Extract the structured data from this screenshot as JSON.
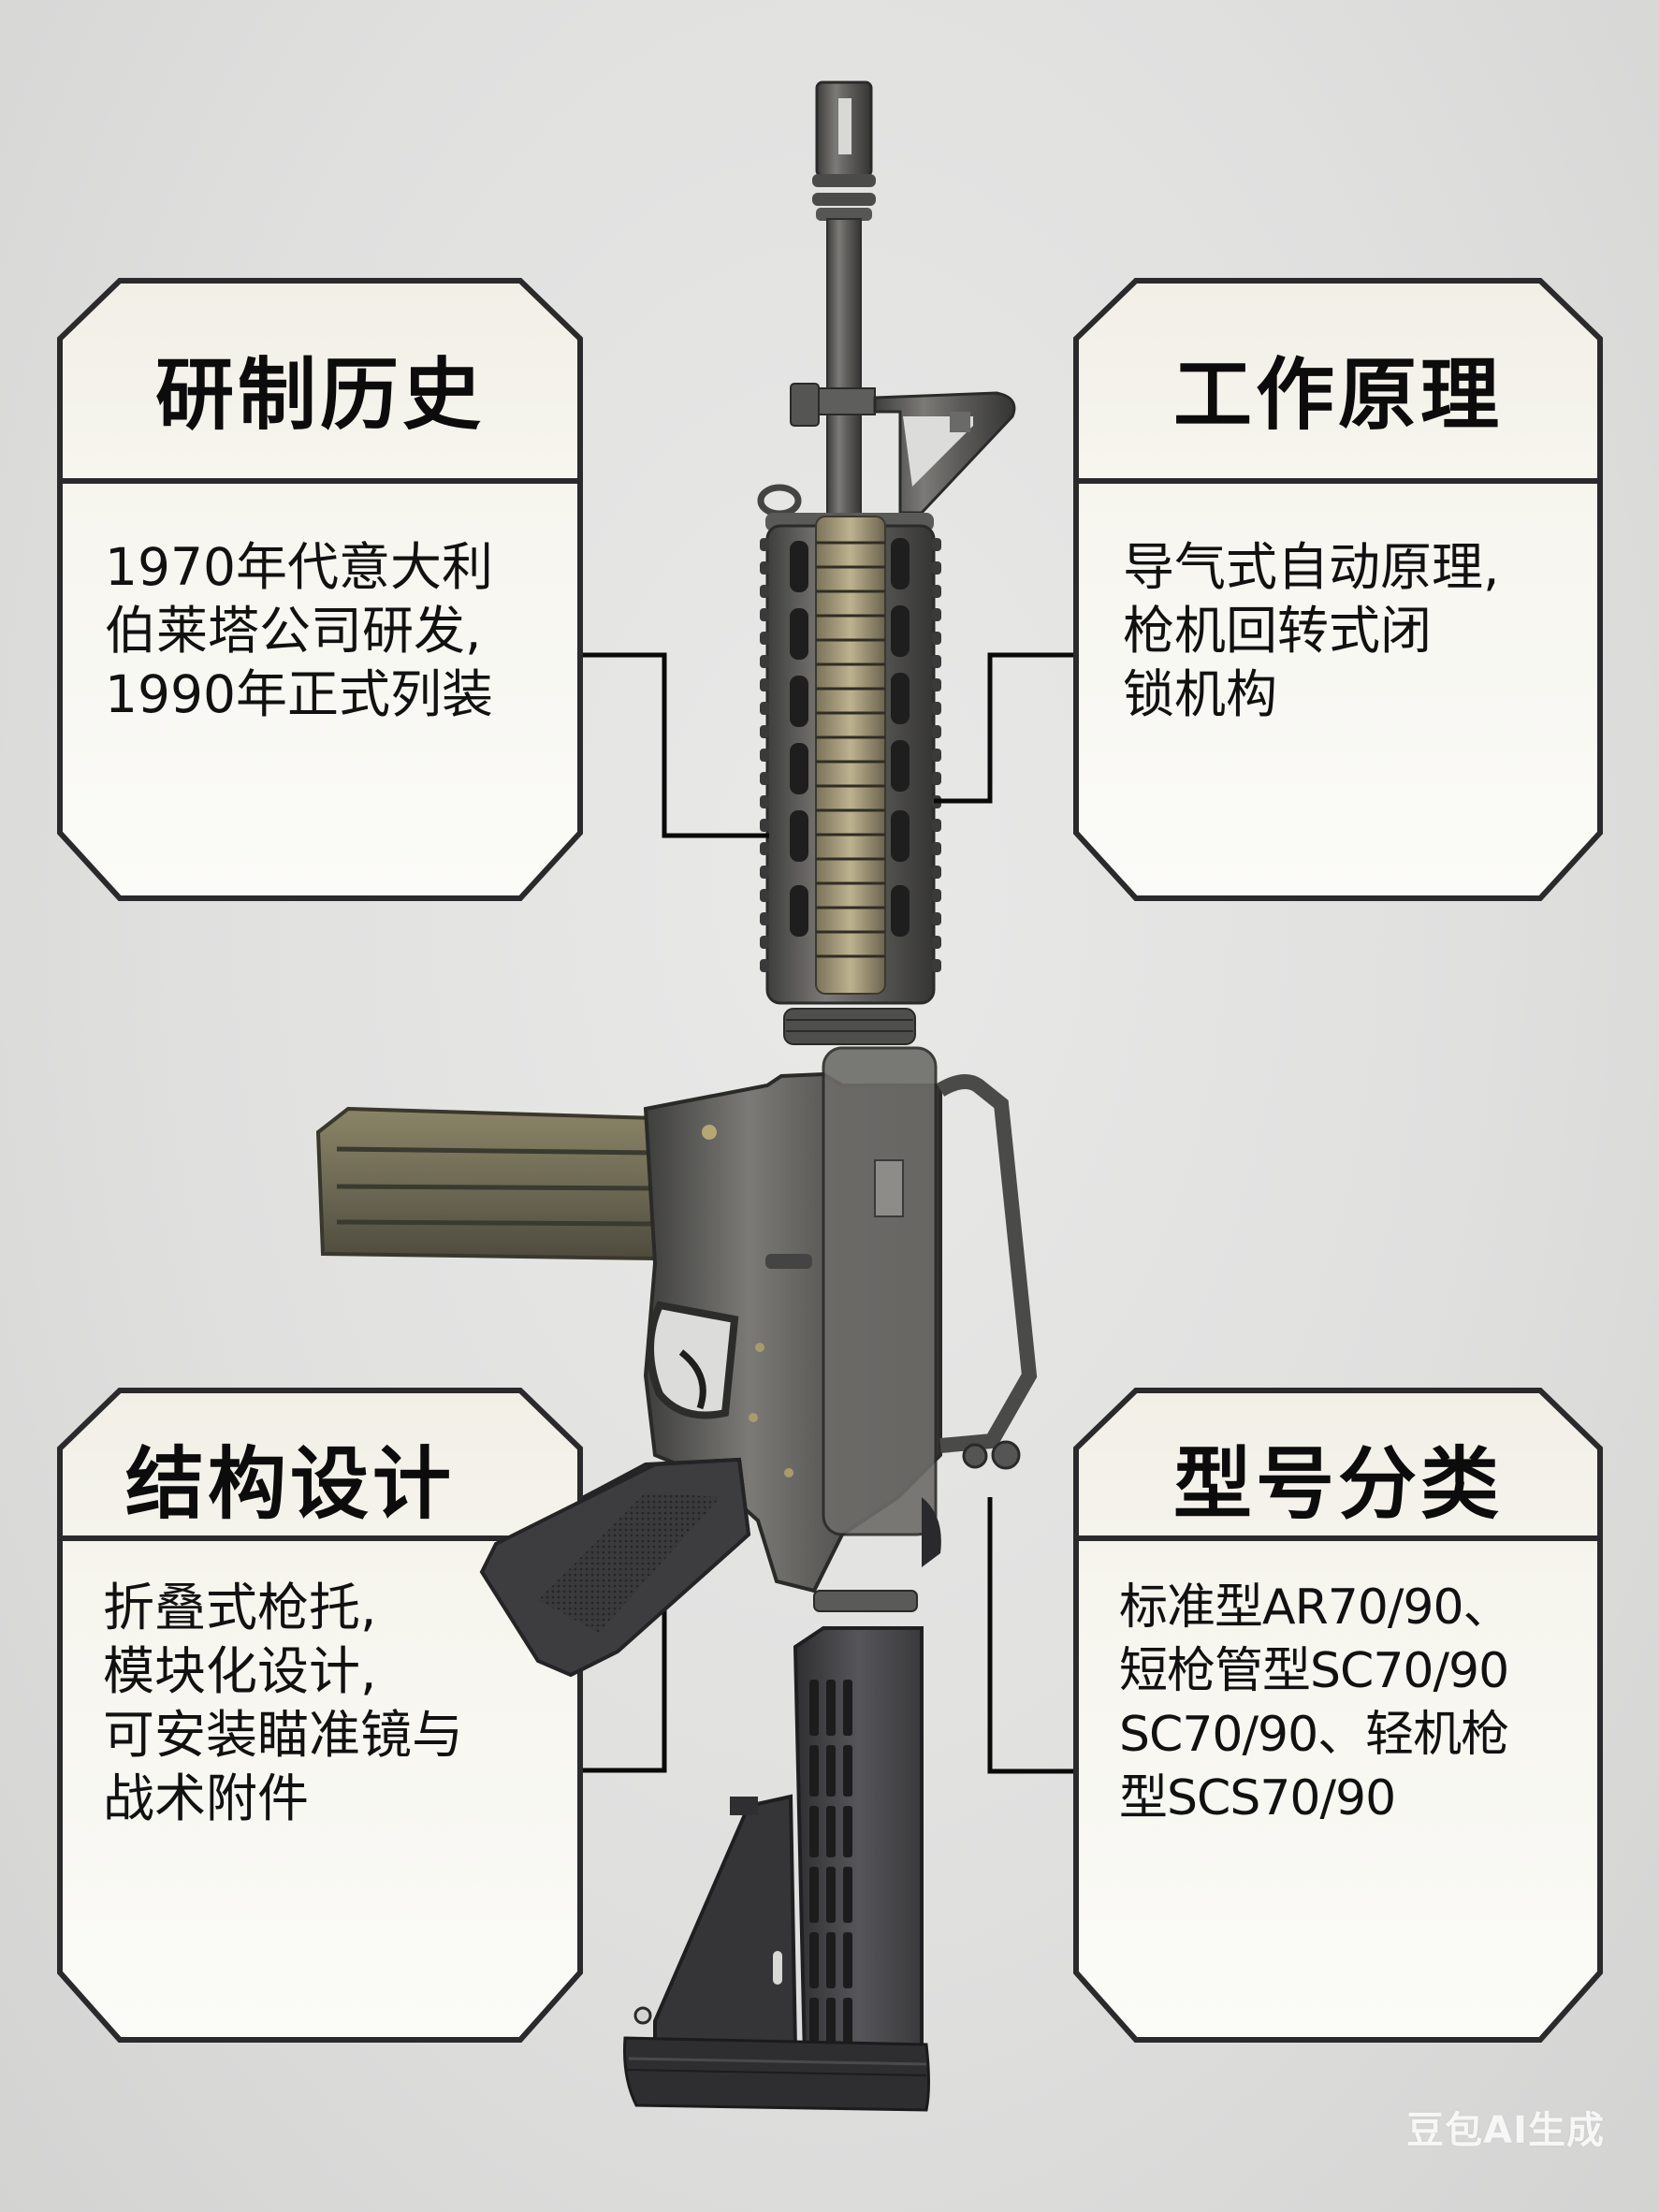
{
  "panels": [
    {
      "id": "history",
      "title": "研制历史",
      "body": "1970年代意大利\n伯莱塔公司研发,\n1990年正式列装"
    },
    {
      "id": "principle",
      "title": "工作原理",
      "body": "导气式自动原理,\n枪机回转式闭\n锁机构"
    },
    {
      "id": "structure",
      "title": "结构设计",
      "body": "折叠式枪托,\n模块化设计,\n可安装瞄准镜与\n战术附件"
    },
    {
      "id": "models",
      "title": "型号分类",
      "body": "标准型AR70/90、\n短枪管型SC70/90\nSC70/90、轻机枪\n型SCS70/90"
    }
  ],
  "watermark": "豆包AI生成",
  "colors": {
    "background": "#e0e0df",
    "panel_fill_top": "#f4f2ea",
    "panel_fill_bottom": "#fbfbf8",
    "panel_border": "#2a2a2c",
    "connector": "#0a0a0a",
    "text": "#0c0c0c",
    "rifle_metal": "#5a5a58",
    "rifle_bronze": "#a59a74",
    "rifle_polymer": "#3d3d3f"
  }
}
